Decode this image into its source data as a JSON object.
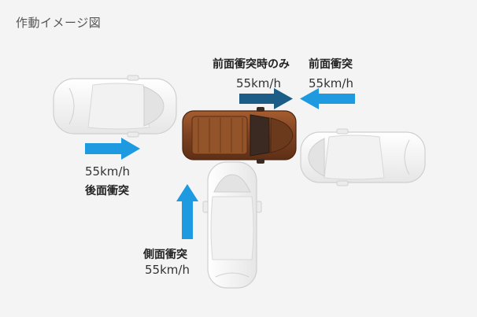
{
  "title": "作動イメージ図",
  "labels": {
    "front_only": "前面衝突時のみ",
    "front_only_speed": "55km/h",
    "front": "前面衝突",
    "front_speed": "55km/h",
    "rear_speed": "55km/h",
    "rear": "後面衝突",
    "side": "側面衝突",
    "side_speed": "55km/h"
  },
  "colors": {
    "background": "#f4f4f4",
    "arrow_light": "#1e9be0",
    "arrow_dark": "#1b5d86",
    "test_car_body": "#8a4a24",
    "other_car_body": "#ffffff"
  }
}
